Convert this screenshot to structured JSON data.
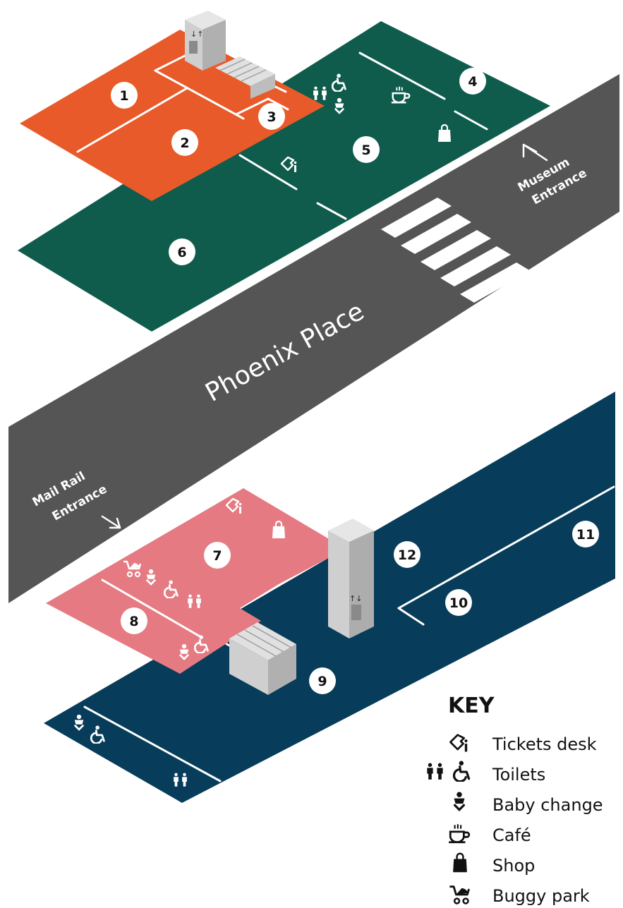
{
  "street": {
    "name": "Phoenix Place"
  },
  "entrances": {
    "museum": {
      "line1": "Museum",
      "line2": "Entrance"
    },
    "mail_rail": {
      "line1": "Mail Rail",
      "line2": "Entrance"
    }
  },
  "areas": [
    {
      "number": "1"
    },
    {
      "number": "2"
    },
    {
      "number": "3"
    },
    {
      "number": "4"
    },
    {
      "number": "5"
    },
    {
      "number": "6"
    },
    {
      "number": "7"
    },
    {
      "number": "8"
    },
    {
      "number": "9"
    },
    {
      "number": "10"
    },
    {
      "number": "11"
    },
    {
      "number": "12"
    }
  ],
  "key": {
    "title": "KEY",
    "items": [
      {
        "icon": "tickets-desk-icon",
        "label": "Tickets desk"
      },
      {
        "icon": "toilets-icon",
        "label": "Toilets"
      },
      {
        "icon": "baby-change-icon",
        "label": "Baby change"
      },
      {
        "icon": "cafe-icon",
        "label": "Café"
      },
      {
        "icon": "shop-icon",
        "label": "Shop"
      },
      {
        "icon": "buggy-park-icon",
        "label": "Buggy park"
      }
    ]
  },
  "colors": {
    "orange": "#e85a2a",
    "green": "#0f5c4c",
    "road": "#555555",
    "pink": "#e57a82",
    "navy": "#073d5a",
    "grey_block": "#c8c8c8"
  }
}
